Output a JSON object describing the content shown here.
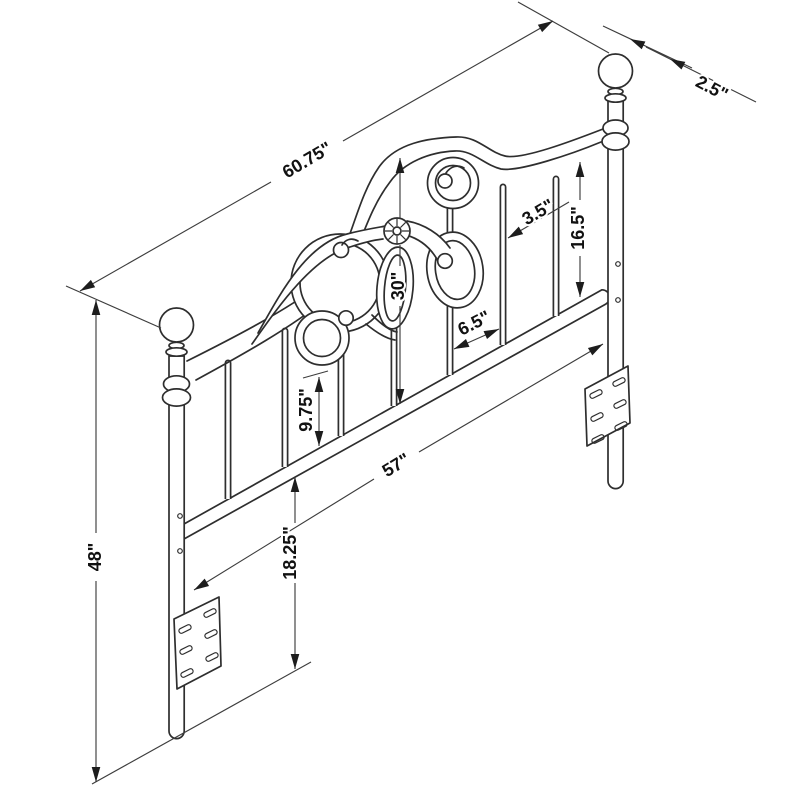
{
  "title": "Metal headboard dimension diagram",
  "diagram": {
    "type": "technical-line-drawing",
    "subject": "wrought-iron style headboard with scrollwork, two finial posts and mounting plates, perspective view",
    "background": "#ffffff",
    "line_color": "#2e2e2e",
    "dimensions": {
      "overall_width": "60.75\"",
      "finial_diameter": "2.5\"",
      "spindle_gap_small": "3.5\"",
      "rail_to_bottom_rail_right": "16.5\"",
      "center_opening_height": "30\"",
      "spindle_gap_large": "6.5\"",
      "scroll_to_rail": "9.75\"",
      "inner_width": "57\"",
      "bracket_to_floor": "18.25\"",
      "overall_height": "48\""
    }
  }
}
